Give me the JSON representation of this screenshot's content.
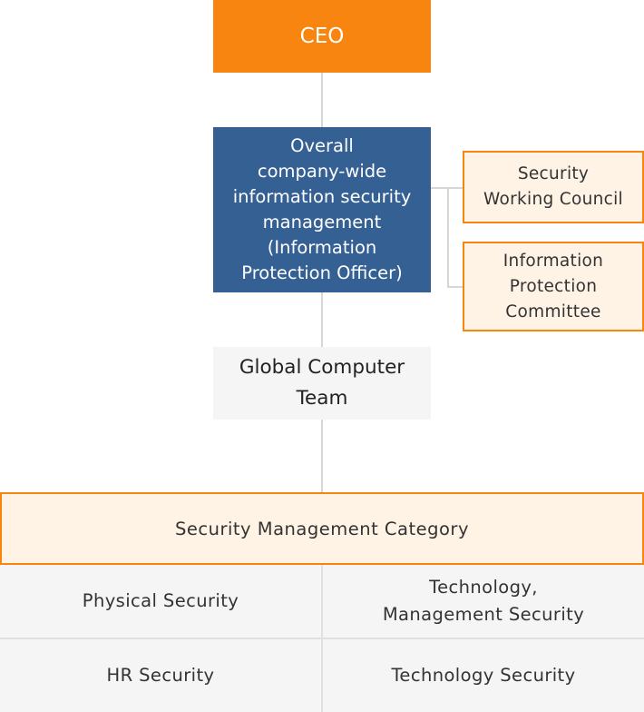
{
  "ceo": {
    "label": "CEO"
  },
  "officer": {
    "lines": [
      "Overall",
      "company-wide",
      "information security",
      "management",
      "(Information",
      "Protection Officer)"
    ]
  },
  "security_council": {
    "lines": [
      "Security",
      "Working Council"
    ]
  },
  "protection_committee": {
    "lines": [
      "Information",
      "Protection",
      "Committee"
    ]
  },
  "global_team": {
    "lines": [
      "Global Computer",
      "Team"
    ]
  },
  "category": {
    "label": "Security Management Category"
  },
  "categories": [
    {
      "lines": [
        "Physical Security"
      ]
    },
    {
      "lines": [
        "Technology,",
        "Management Security"
      ]
    },
    {
      "lines": [
        "HR Security"
      ]
    },
    {
      "lines": [
        "Technology Security"
      ]
    }
  ],
  "colors": {
    "accent_orange": "#f7850f",
    "officer_blue": "#356094",
    "light_orange": "#fff3e6",
    "light_gray": "#f5f5f5",
    "connector": "#d6d6d6"
  }
}
